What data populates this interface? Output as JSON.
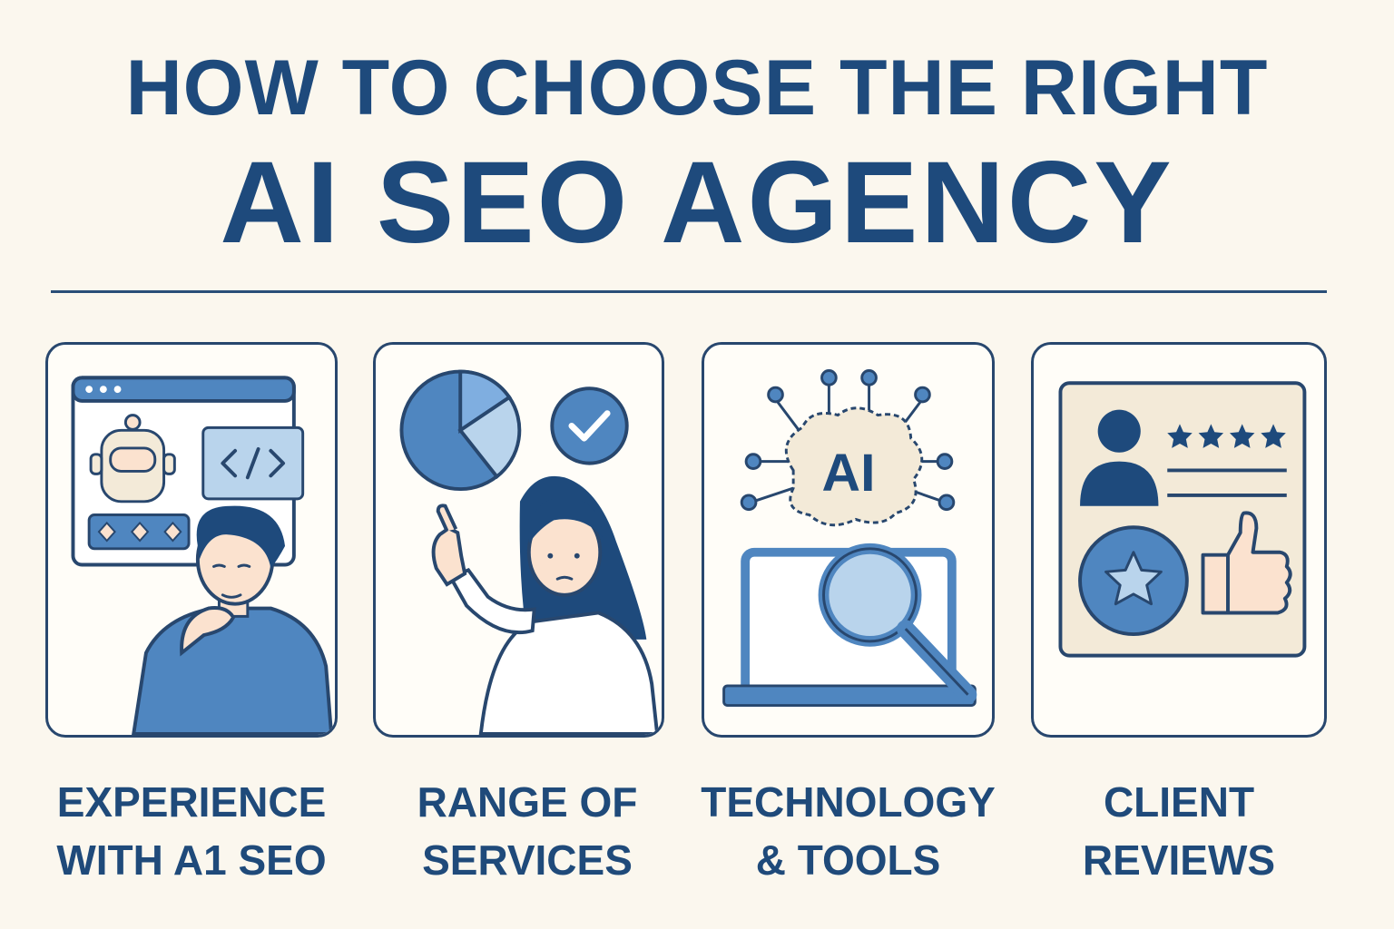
{
  "title": {
    "line1": "HOW TO CHOOSE THE RIGHT",
    "line2": "AI SEO AGENCY"
  },
  "cards": [
    {
      "caption_line1": "EXPERIENCE",
      "caption_line2": "WITH A1 SEO",
      "icons": [
        "browser-window-icon",
        "robot-icon",
        "code-icon",
        "thinking-man-illustration"
      ]
    },
    {
      "caption_line1": "RANGE OF",
      "caption_line2": "SERVICES",
      "icons": [
        "pie-chart-icon",
        "checkmark-icon",
        "pointing-woman-illustration"
      ]
    },
    {
      "caption_line1": "TECHNOLOGY",
      "caption_line2": "& TOOLS",
      "ai_label": "AI",
      "icons": [
        "ai-brain-icon",
        "laptop-icon",
        "magnifier-icon"
      ]
    },
    {
      "caption_line1": "CLIENT",
      "caption_line2": "REVIEWS",
      "rating_stars": 4,
      "icons": [
        "user-avatar-icon",
        "star-rating-icon",
        "star-badge-icon",
        "thumbs-up-icon"
      ]
    }
  ],
  "colors": {
    "background": "#fbf7ee",
    "navy": "#1e4a7c",
    "blue": "#4f86c0",
    "light_blue": "#b9d4ec",
    "skin": "#fbe2cf"
  }
}
